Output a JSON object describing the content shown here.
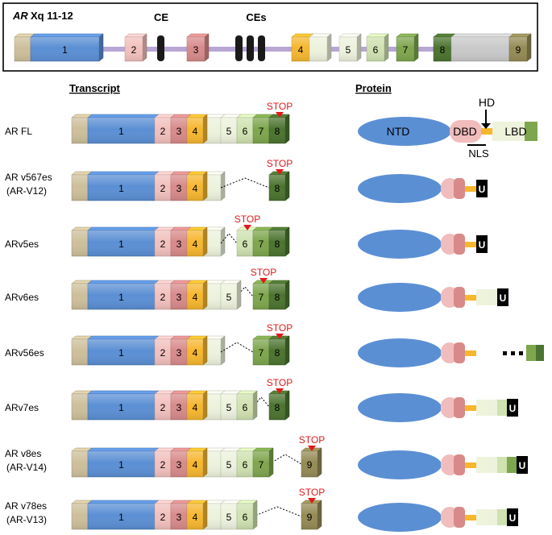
{
  "gene_box": {
    "gene_name": "AR",
    "locus": "Xq 11-12",
    "ce_label": "CE",
    "ces_label": "CEs",
    "exons": [
      "1",
      "2",
      "3",
      "4",
      "5",
      "6",
      "7",
      "8",
      "9"
    ]
  },
  "headers": {
    "transcript": "Transcript",
    "protein": "Protein"
  },
  "stop_label": "STOP",
  "u_label": "U",
  "domains": {
    "ntd": "NTD",
    "dbd": "DBD",
    "hd": "HD",
    "lbd": "LBD",
    "nls": "NLS"
  },
  "colors": {
    "utr": "#cdbf9b",
    "exon1": "#5b8fd4",
    "exon2": "#f2c0bd",
    "exon3": "#d88a8a",
    "exon4": "#f6b72f",
    "exon5": "#edf2dd",
    "exon6": "#cfe2b0",
    "exon7": "#7ea64e",
    "exon8": "#4c7430",
    "exon9": "#958b56",
    "grey": "#c9c9c9",
    "intron": "#b8a6d4",
    "stop": "#e11a1a",
    "ntd": "#5b8fd4",
    "hinge": "#f6b72f",
    "u_box": "#000000"
  },
  "transcripts": [
    {
      "id": "ar-fl",
      "name": [
        "AR FL"
      ],
      "exons": [
        "1",
        "2",
        "3",
        "4",
        "5",
        "6",
        "7",
        "8"
      ],
      "skip_after": null,
      "stop_exon": "8",
      "protein": "fl"
    },
    {
      "id": "ar-v567es",
      "name": [
        "AR v567es",
        "(AR-V12)"
      ],
      "exons": [
        "1",
        "2",
        "3",
        "4",
        "8"
      ],
      "skip_after": "4",
      "stop_exon": "8",
      "protein": "u",
      "protein_segments": []
    },
    {
      "id": "ar-v5es",
      "name": [
        "ARv5es"
      ],
      "exons": [
        "1",
        "2",
        "3",
        "4",
        "6",
        "7",
        "8"
      ],
      "skip_after": "4",
      "stop_exon": "6",
      "protein": "u",
      "protein_segments": []
    },
    {
      "id": "ar-v6es",
      "name": [
        "ARv6es"
      ],
      "exons": [
        "1",
        "2",
        "3",
        "4",
        "5",
        "7",
        "8"
      ],
      "skip_after": "5",
      "stop_exon": "7",
      "protein": "u",
      "protein_segments": [
        "5"
      ]
    },
    {
      "id": "ar-v56es",
      "name": [
        "ARv56es"
      ],
      "exons": [
        "1",
        "2",
        "3",
        "4",
        "7",
        "8"
      ],
      "skip_after": "4",
      "stop_exon": "8",
      "protein": "dots",
      "protein_segments": []
    },
    {
      "id": "ar-v7es",
      "name": [
        "ARv7es"
      ],
      "exons": [
        "1",
        "2",
        "3",
        "4",
        "5",
        "6",
        "8"
      ],
      "skip_after": "6",
      "stop_exon": "8",
      "protein": "u",
      "protein_segments": [
        "5",
        "6"
      ]
    },
    {
      "id": "ar-v8es",
      "name": [
        "AR v8es",
        "(AR-V14)"
      ],
      "exons": [
        "1",
        "2",
        "3",
        "4",
        "5",
        "6",
        "7",
        "9"
      ],
      "skip_after": "7",
      "stop_exon": "9",
      "protein": "u",
      "protein_segments": [
        "5",
        "6",
        "7"
      ]
    },
    {
      "id": "ar-v78es",
      "name": [
        "AR v78es",
        "(AR-V13)"
      ],
      "exons": [
        "1",
        "2",
        "3",
        "4",
        "5",
        "6",
        "9"
      ],
      "skip_after": "6",
      "stop_exon": "9",
      "protein": "u",
      "protein_segments": [
        "5",
        "6"
      ]
    }
  ]
}
